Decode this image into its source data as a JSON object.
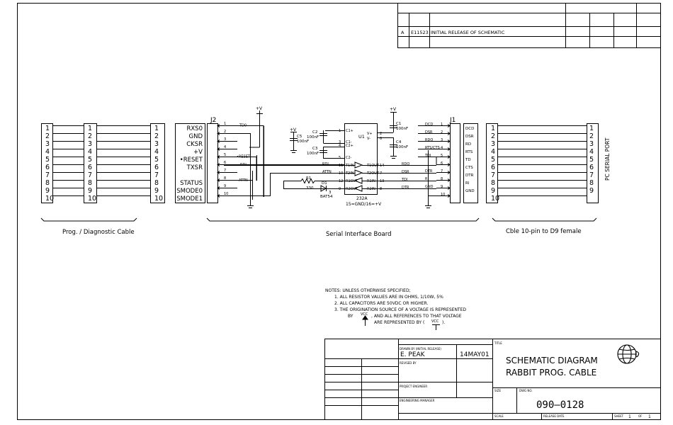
{
  "revision_block": {
    "rev": "A",
    "eco": "E11523",
    "description": "INITIAL RELEASE OF SCHEMATIC"
  },
  "cables": {
    "left_pins": [
      "1",
      "2",
      "3",
      "4",
      "5",
      "6",
      "7",
      "8",
      "9",
      "10"
    ],
    "prog_cable_label": "Prog. / Diagnostic Cable",
    "board_label": "Serial Interface Board",
    "right_cable_label": "Cble 10-pin to D9 female",
    "pc_port_label": "PC SERIAL PORT"
  },
  "j2": {
    "ref": "J2",
    "signals": [
      "RXS0",
      "GND",
      "CKSR",
      "+V",
      "•RESET",
      "TXSR",
      "",
      "STATUS",
      "SMODE0",
      "SMODE1"
    ],
    "net_labels": {
      "pin1": "TD0",
      "pin5": "•RESET",
      "pin6": "RDI",
      "pin9": "ATTN"
    }
  },
  "power": {
    "vplus": "+V"
  },
  "u1": {
    "ref": "U1",
    "part": "232A",
    "footer": "15=GND/16=+V",
    "left_pins": [
      {
        "num": "1",
        "name": "C1+"
      },
      {
        "num": "3",
        "name": "C1-"
      },
      {
        "num": "4",
        "name": "C2+"
      },
      {
        "num": "5",
        "name": "C2-"
      },
      {
        "num": "11",
        "name": "T1IN",
        "net": "RDI"
      },
      {
        "num": "10",
        "name": "T2IN",
        "net": "ATTN"
      },
      {
        "num": "12",
        "name": "R1OUT"
      },
      {
        "num": "9",
        "name": "R2OUT"
      }
    ],
    "right_pins": [
      {
        "num": "2",
        "name": "V+"
      },
      {
        "num": "6",
        "name": "V-"
      },
      {
        "num": "14",
        "name": "T1OUT",
        "net": "RDO"
      },
      {
        "num": "7",
        "name": "T2OUT",
        "net": "DSR"
      },
      {
        "num": "13",
        "name": "R1IN",
        "net": "TDI"
      },
      {
        "num": "8",
        "name": "R2IN",
        "net": "DTR"
      }
    ]
  },
  "components": {
    "c1": {
      "ref": "C1",
      "value": "100nF"
    },
    "c2": {
      "ref": "C2",
      "value": "100nF"
    },
    "c3": {
      "ref": "C3",
      "value": "100nF"
    },
    "c4": {
      "ref": "C4",
      "value": "100nF"
    },
    "c5": {
      "ref": "C5",
      "value": "100nF"
    },
    "r1": {
      "ref": "R1",
      "value": "330"
    },
    "d1": {
      "ref": "D1",
      "value": "BAT54",
      "pin3": "3"
    }
  },
  "j1": {
    "ref": "J1",
    "nets": [
      "DCD",
      "DSR",
      "RDO",
      "RTS/CTS",
      "TDI",
      "",
      "DTR",
      "RI",
      "GND",
      ""
    ],
    "signals": [
      "DCD",
      "DSR",
      "RD",
      "RTS",
      "TD",
      "CTS",
      "DTR",
      "RI",
      "GND"
    ]
  },
  "notes": {
    "header": "NOTES: UNLESS OTHERWISE SPECIFIED;",
    "items": [
      "1.   ALL RESISTOR VALUES ARE IN OHMS, 1/10W, 5%",
      "2.   ALL CAPACITORS ARE 50VDC OR HIGHER.",
      "3.   THE ORIGINATION SOURCE OF A VOLTAGE IS REPRESENTED"
    ],
    "line_by": "BY",
    "line_mid": ", AND ALL REFERENCES TO THAT VOLTAGE",
    "line_last": "ARE REPRESENTED BY (",
    "line_end": ").",
    "vcc": "VCC"
  },
  "title_block": {
    "drawn_by_label": "DRAWN BY (INITIAL RELEASE)",
    "drawn_by": "E. PEAK",
    "date": "14MAY01",
    "revised_by_label": "REVISED BY",
    "project_engineer_label": "PROJECT ENGINEER",
    "engineering_manager_label": "ENGINEERING MANAGER",
    "title_label": "TITLE",
    "title_line1": "SCHEMATIC DIAGRAM",
    "title_line2": "RABBIT PROG. CABLE",
    "size_label": "SIZE",
    "dwg_no_label": "DWG NO.",
    "dwg_no": "090—0128",
    "scale_label": "SCALE",
    "release_date_label": "RELEASE DATE",
    "sheet_label": "SHEET",
    "sheet_num": "1",
    "of_label": "OF",
    "sheet_total": "1"
  },
  "colors": {
    "ink": "#000000",
    "paper": "#ffffff"
  },
  "icons": [
    "globe-logo-icon",
    "ground-icon",
    "power-arrow-icon"
  ]
}
